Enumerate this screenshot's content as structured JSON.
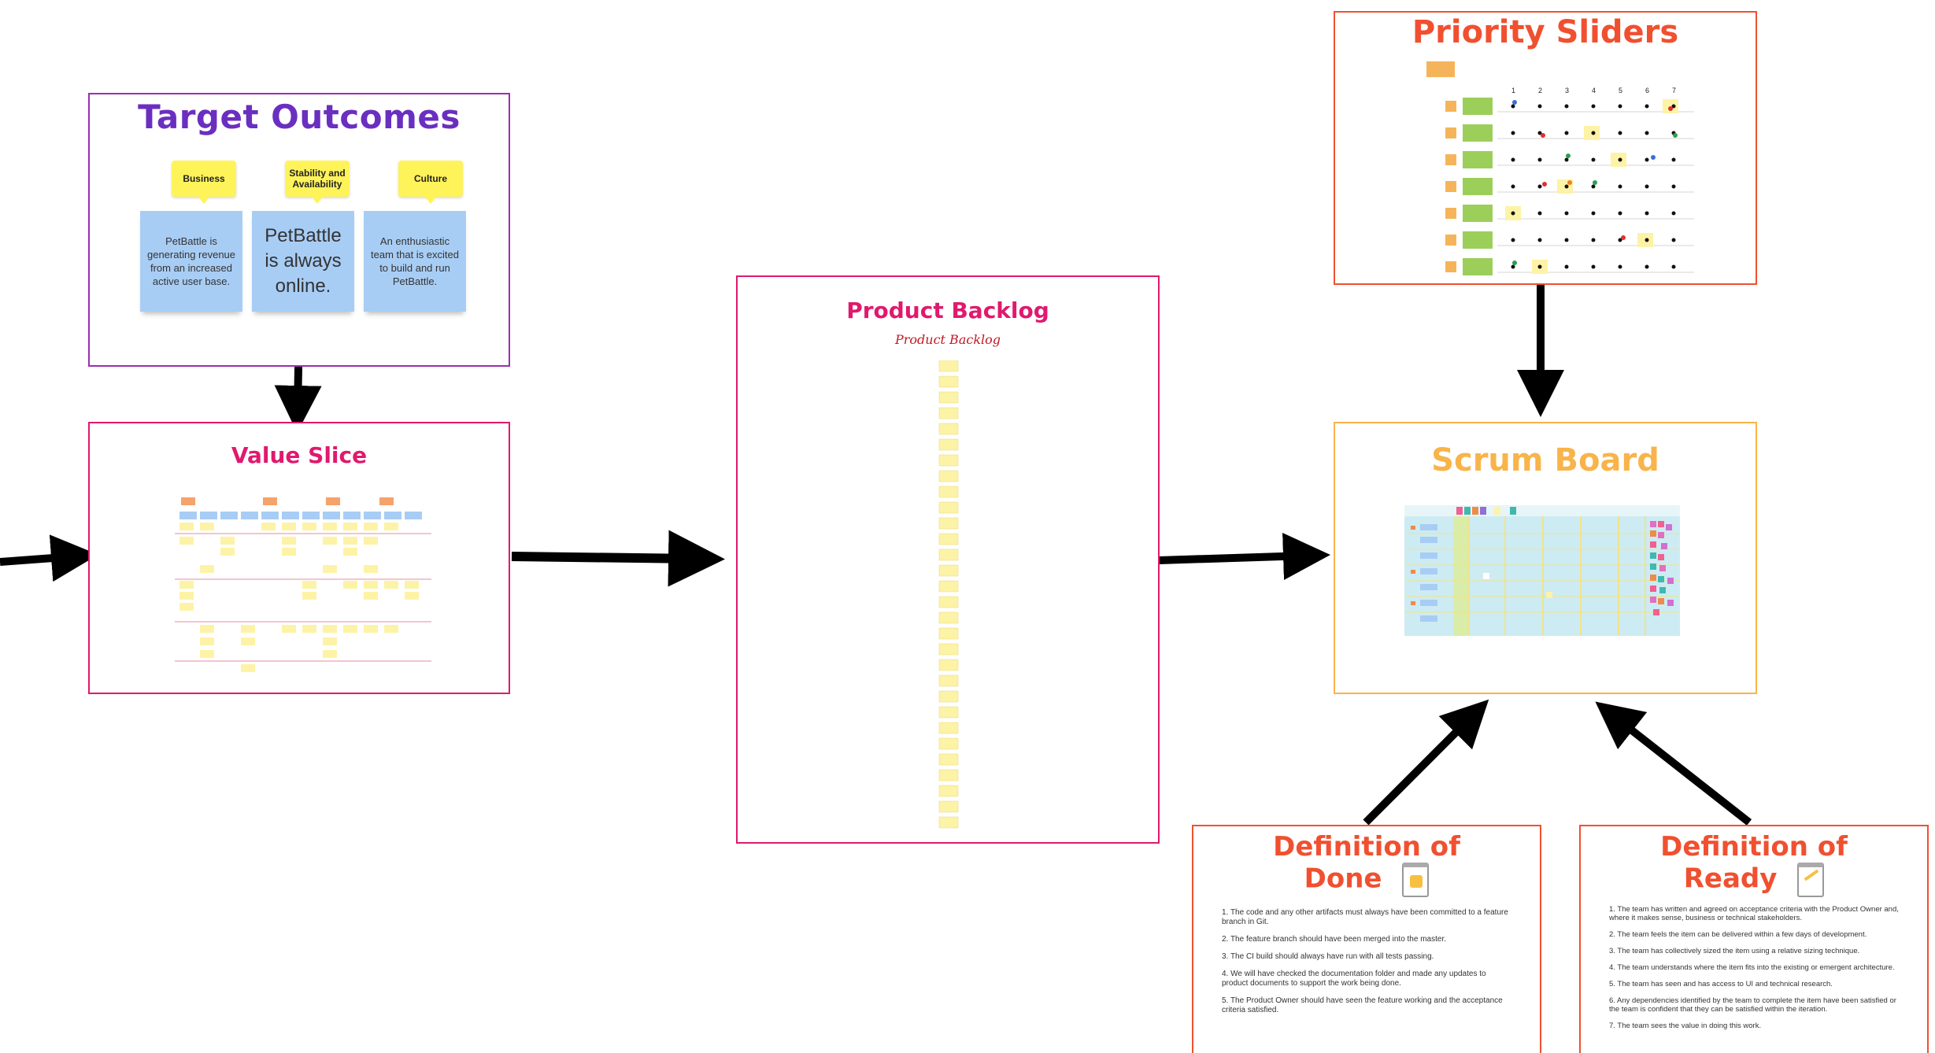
{
  "target_outcomes": {
    "title": "Target Outcomes",
    "tags": [
      "Business",
      "Stability and Availability",
      "Culture"
    ],
    "notes": [
      "PetBattle is generating revenue from an increased active user base.",
      "PetBattle is always online.",
      "An enthusiastic team that is excited to build and run PetBattle."
    ]
  },
  "value_slice": {
    "title": "Value Slice"
  },
  "product_backlog": {
    "title": "Product Backlog",
    "subtitle": "Product Backlog"
  },
  "priority_sliders": {
    "title": "Priority Sliders"
  },
  "scrum_board": {
    "title": "Scrum Board"
  },
  "definition_of_done": {
    "title_line1": "Definition of",
    "title_line2": "Done",
    "items": [
      "1. The code and any other artifacts must always have been committed to a feature branch in Git.",
      "2. The feature branch should have been merged into the master.",
      "3. The CI build should always have run with all tests passing.",
      "4. We will have checked the documentation folder and made any updates to product documents to support the work being done.",
      "5. The Product Owner should have seen the feature working and the acceptance criteria satisfied."
    ]
  },
  "definition_of_ready": {
    "title_line1": "Definition of",
    "title_line2": "Ready",
    "items": [
      "1. The team has written and agreed on acceptance criteria with the Product Owner and, where it makes sense, business or technical stakeholders.",
      "2. The team feels the item can be delivered within a few days of development.",
      "3. The team has collectively sized the item using a relative sizing technique.",
      "4. The team understands where the item fits into the existing or emergent architecture.",
      "5. The team has seen and has access to UI and technical research.",
      "6. Any dependencies identified by the team to complete the item have been satisfied or the team is confident that they can be satisfied within the iteration.",
      "7. The team sees the value in doing this work."
    ]
  },
  "colors": {
    "purple": "#6a2fc0",
    "magenta": "#e0196e",
    "orange_red": "#f05030",
    "scrum_orange": "#f8b44a"
  }
}
